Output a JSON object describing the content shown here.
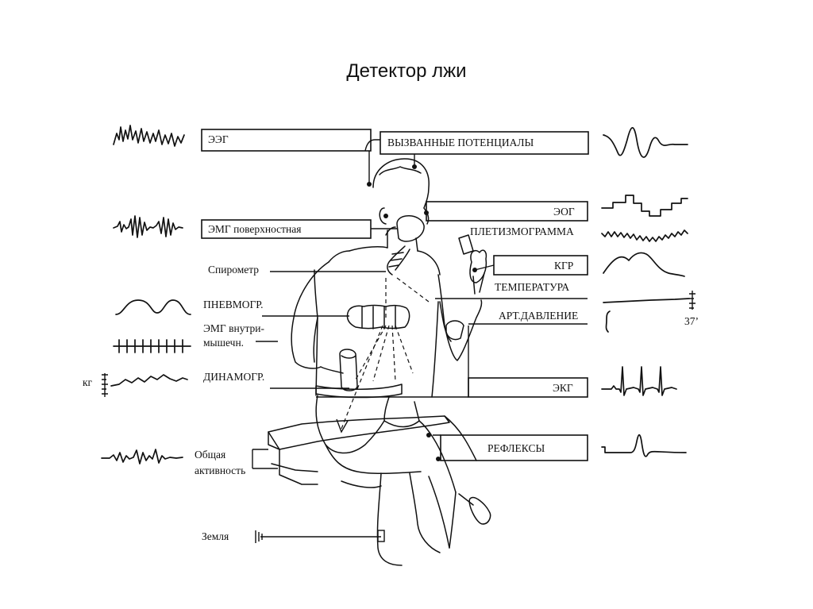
{
  "slide": {
    "title": "Детектор лжи"
  },
  "labels": {
    "eeg": "ЭЭГ",
    "evoked": "ВЫЗВАННЫЕ ПОТЕНЦИАЛЫ",
    "eog": "ЭОГ",
    "emg_surface": "ЭМГ поверхностная",
    "plethysmo": "ПЛЕТИЗМОГРАММА",
    "spirometer": "Спирометр",
    "gsr": "КГР",
    "temperature": "ТЕМПЕРАТУРА",
    "pneumo": "ПНЕВМОГР.",
    "blood_pressure": "АРТ.ДАВЛЕНИЕ",
    "emg_intra_1": "ЭМГ внутри-",
    "emg_intra_2": "мышечн.",
    "dynamo": "ДИНАМОГР.",
    "kg": "кг",
    "ecg": "ЭКГ",
    "reflexes": "РЕФЛЕКСЫ",
    "activity_1": "Общая",
    "activity_2": "активность",
    "ground": "Земля",
    "temp_value": "37’"
  }
}
